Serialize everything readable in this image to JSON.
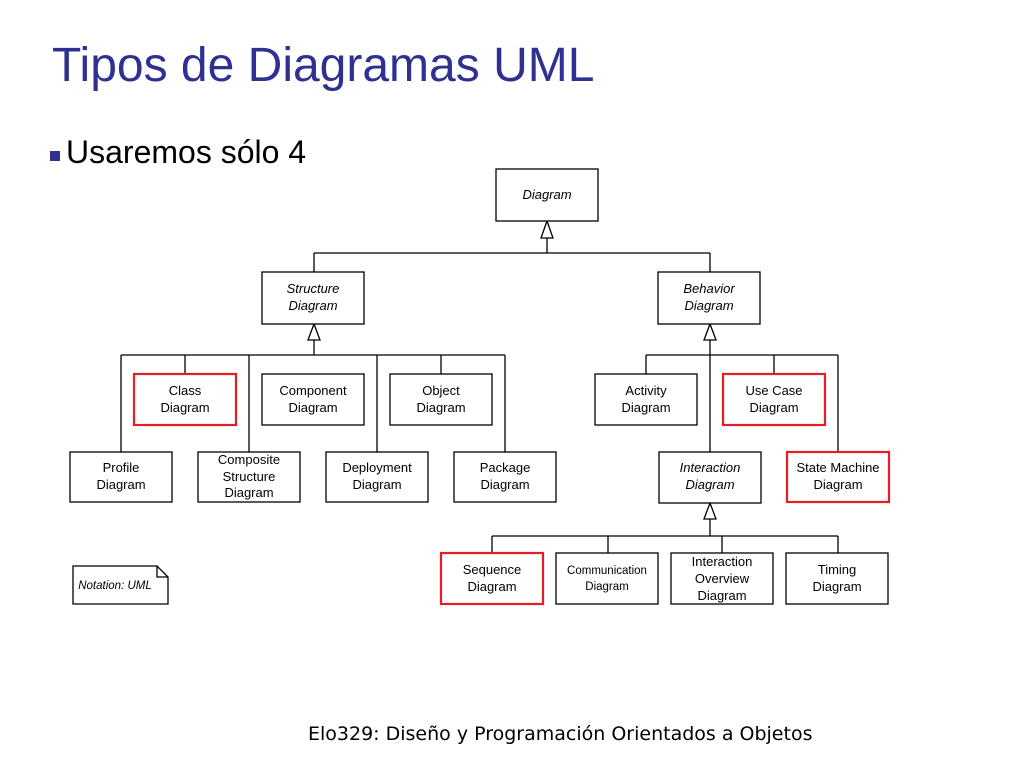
{
  "slide": {
    "title": "Tipos de Diagramas UML",
    "bullet": "Usaremos sólo 4",
    "footer": "Elo329: Diseño y Programación Orientados a Objetos"
  },
  "colors": {
    "title": "#2e3192",
    "highlight": "#e31e24"
  },
  "diagram": {
    "root": [
      "Diagram"
    ],
    "structure": [
      "Structure",
      "Diagram"
    ],
    "behavior": [
      "Behavior",
      "Diagram"
    ],
    "class_diagram": [
      "Class",
      "Diagram"
    ],
    "component": [
      "Component",
      "Diagram"
    ],
    "object": [
      "Object",
      "Diagram"
    ],
    "profile": [
      "Profile",
      "Diagram"
    ],
    "composite": [
      "Composite",
      "Structure",
      "Diagram"
    ],
    "deployment": [
      "Deployment",
      "Diagram"
    ],
    "package": [
      "Package",
      "Diagram"
    ],
    "activity": [
      "Activity",
      "Diagram"
    ],
    "use_case": [
      "Use Case",
      "Diagram"
    ],
    "interaction": [
      "Interaction",
      "Diagram"
    ],
    "state_machine": [
      "State Machine",
      "Diagram"
    ],
    "sequence": [
      "Sequence",
      "Diagram"
    ],
    "communication": [
      "Communication",
      "Diagram"
    ],
    "interaction_overview": [
      "Interaction",
      "Overview",
      "Diagram"
    ],
    "timing": [
      "Timing",
      "Diagram"
    ],
    "notation": [
      "Notation: UML"
    ],
    "highlighted": [
      "Class Diagram",
      "Use Case Diagram",
      "State Machine Diagram",
      "Sequence Diagram"
    ]
  }
}
